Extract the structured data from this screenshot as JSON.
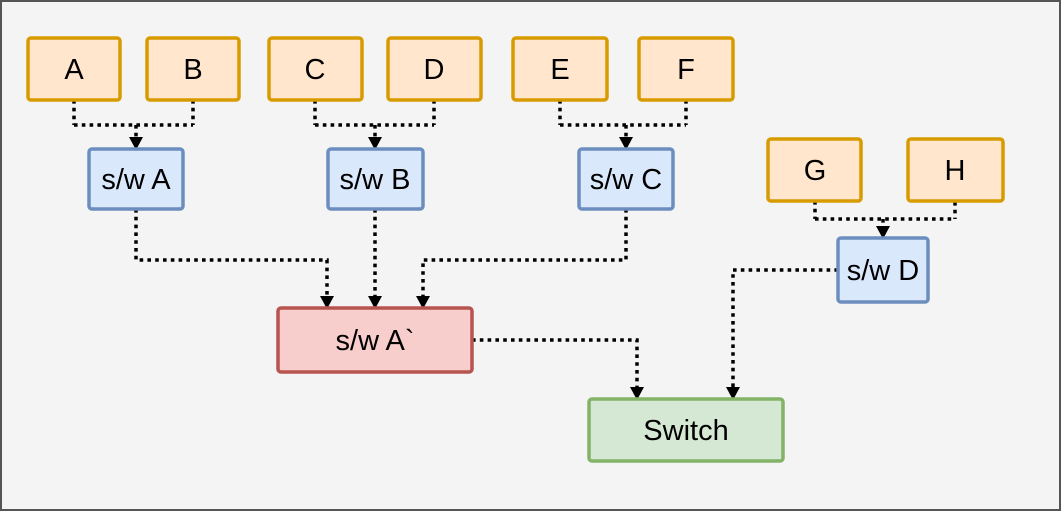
{
  "canvas": {
    "background": "#f4f4f5",
    "frame_border": "#555555"
  },
  "colors": {
    "host_fill": "#ffe6cc",
    "host_stroke": "#d79b00",
    "sw_fill": "#dae8fc",
    "sw_stroke": "#6c8ebf",
    "aggregate_fill": "#f8cecc",
    "aggregate_stroke": "#b85450",
    "core_fill": "#d5e8d4",
    "core_stroke": "#82b366",
    "edge": "#000000"
  },
  "nodes": {
    "a": {
      "label": "A"
    },
    "b": {
      "label": "B"
    },
    "c": {
      "label": "C"
    },
    "d": {
      "label": "D"
    },
    "e": {
      "label": "E"
    },
    "f": {
      "label": "F"
    },
    "g": {
      "label": "G"
    },
    "h": {
      "label": "H"
    },
    "sw_a": {
      "label": "s/w A"
    },
    "sw_b": {
      "label": "s/w B"
    },
    "sw_c": {
      "label": "s/w C"
    },
    "sw_d": {
      "label": "s/w D"
    },
    "sw_a_prime": {
      "label": "s/w A`"
    },
    "switch": {
      "label": "Switch"
    }
  },
  "edges": [
    {
      "from": "A",
      "to": "s/w A",
      "style": "dotted-arrow"
    },
    {
      "from": "B",
      "to": "s/w A",
      "style": "dotted-arrow"
    },
    {
      "from": "C",
      "to": "s/w B",
      "style": "dotted-arrow"
    },
    {
      "from": "D",
      "to": "s/w B",
      "style": "dotted-arrow"
    },
    {
      "from": "E",
      "to": "s/w C",
      "style": "dotted-arrow"
    },
    {
      "from": "F",
      "to": "s/w C",
      "style": "dotted-arrow"
    },
    {
      "from": "G",
      "to": "s/w D",
      "style": "dotted-arrow"
    },
    {
      "from": "H",
      "to": "s/w D",
      "style": "dotted-arrow"
    },
    {
      "from": "s/w A",
      "to": "s/w A`",
      "style": "dotted-arrow"
    },
    {
      "from": "s/w B",
      "to": "s/w A`",
      "style": "dotted-arrow"
    },
    {
      "from": "s/w C",
      "to": "s/w A`",
      "style": "dotted-arrow"
    },
    {
      "from": "s/w A`",
      "to": "Switch",
      "style": "dotted-arrow"
    },
    {
      "from": "s/w D",
      "to": "Switch",
      "style": "dotted-arrow"
    }
  ]
}
